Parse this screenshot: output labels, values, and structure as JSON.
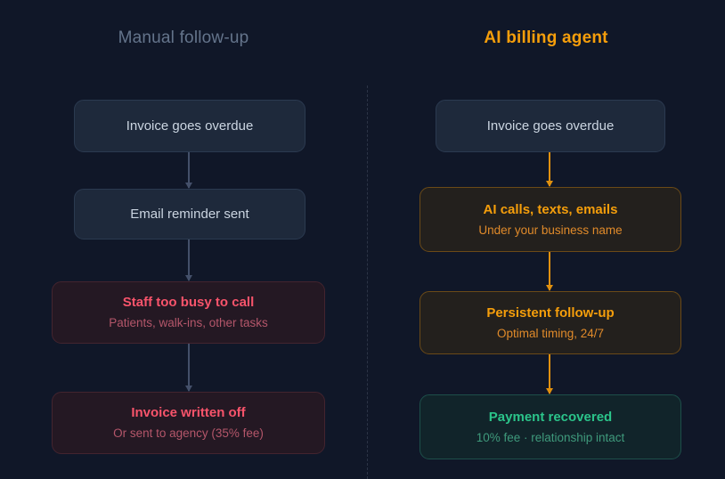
{
  "background_color": "#101728",
  "divider": {
    "name": "column-divider",
    "style": "dashed",
    "color": "#2c3446"
  },
  "columns": [
    {
      "id": "manual",
      "header": "Manual follow-up",
      "header_color": "#64748b",
      "arrow_color": "#44506a",
      "nodes": [
        {
          "title": "Invoice goes overdue",
          "sub": "",
          "variant": "neutral"
        },
        {
          "title": "Email reminder sent",
          "sub": "",
          "variant": "neutral"
        },
        {
          "title": "Staff too busy to call",
          "sub": "Patients, walk-ins, other tasks",
          "variant": "danger"
        },
        {
          "title": "Invoice written off",
          "sub": "Or sent to agency (35% fee)",
          "variant": "danger"
        }
      ]
    },
    {
      "id": "ai-agent",
      "header": "AI billing agent",
      "header_color": "#f59e0b",
      "arrow_color": "#e0900f",
      "nodes": [
        {
          "title": "Invoice goes overdue",
          "sub": "",
          "variant": "neutral"
        },
        {
          "title": "AI calls, texts, emails",
          "sub": "Under your business name",
          "variant": "accent"
        },
        {
          "title": "Persistent follow-up",
          "sub": "Optimal timing, 24/7",
          "variant": "accent"
        },
        {
          "title": "Payment recovered",
          "sub": "10% fee · relationship intact",
          "variant": "success"
        }
      ]
    }
  ]
}
